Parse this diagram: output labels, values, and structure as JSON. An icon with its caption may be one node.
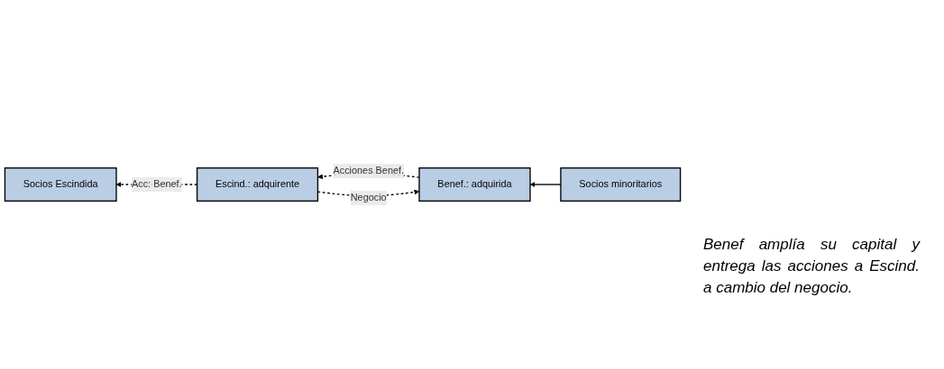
{
  "diagram": {
    "nodes": [
      {
        "text": [
          "Socios minoritarios"
        ]
      },
      {
        "text": [
          "Benef.: adquirida"
        ]
      },
      {
        "text": [
          "Socios Escindida"
        ]
      },
      {
        "text": [
          "Escind.: adquirente"
        ]
      }
    ],
    "edges": [
      {
        "from": 1,
        "to": 3,
        "arrow": "to",
        "label": "Acciones Benef.",
        "style": "dashed"
      },
      {
        "from": 3,
        "to": 1,
        "arrow": "to",
        "label": "Negocio",
        "style": "dashed"
      },
      {
        "from": 3,
        "to": 2,
        "arrow": "to",
        "label": "Acc: Benef.",
        "style": "dashed"
      },
      {
        "from": 0,
        "to": 1,
        "arrow": "to"
      }
    ],
    "labels": [
      "Benef amplía su capital y entrega las acciones a Escind. a cambio del negocio."
    ]
  }
}
